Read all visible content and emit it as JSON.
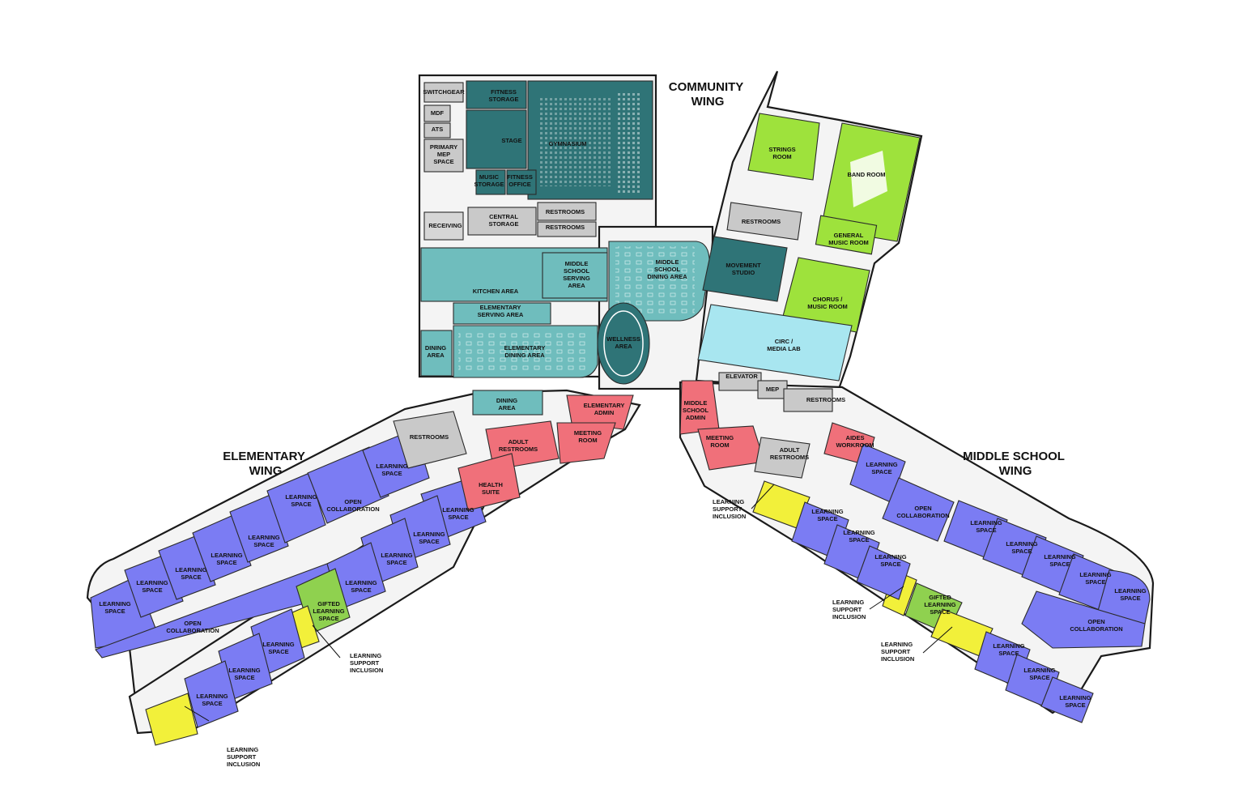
{
  "colors": {
    "learning": "#7b7cf3",
    "gifted": "#8fd14f",
    "support": "#f2f03a",
    "admin": "#f0707a",
    "dining": "#6fbdbd",
    "gym": "#2f7477",
    "music": "#9ee23c",
    "media": "#a8e6f0",
    "service": "#c9c9c9",
    "corridor": "#f4f4f4"
  },
  "wings": {
    "community": [
      "COMMUNITY",
      "WING"
    ],
    "elementary": [
      "ELEMENTARY",
      "WING"
    ],
    "middle": [
      "MIDDLE SCHOOL",
      "WING"
    ]
  },
  "rooms": {
    "switchgear": [
      "SWITCHGEAR"
    ],
    "mdf": [
      "MDF"
    ],
    "ats": [
      "ATS"
    ],
    "primary_mep": [
      "PRIMARY",
      "MEP",
      "SPACE"
    ],
    "fitness_storage": [
      "FITNESS",
      "STORAGE"
    ],
    "stage": [
      "STAGE"
    ],
    "gymnasium": [
      "GYMNASIUM"
    ],
    "music_storage": [
      "MUSIC",
      "STORAGE"
    ],
    "fitness_office": [
      "FITNESS",
      "OFFICE"
    ],
    "receiving": [
      "RECEIVING"
    ],
    "central_storage": [
      "CENTRAL",
      "STORAGE"
    ],
    "restrooms_1": [
      "RESTROOMS"
    ],
    "restrooms_2": [
      "RESTROOMS"
    ],
    "kitchen": [
      "KITCHEN  AREA"
    ],
    "ms_serving": [
      "MIDDLE",
      "SCHOOL",
      "SERVING",
      "AREA"
    ],
    "ms_dining": [
      "MIDDLE",
      "SCHOOL",
      "DINING AREA"
    ],
    "elem_serving": [
      "ELEMENTARY",
      "SERVING AREA"
    ],
    "dining_area_1": [
      "DINING",
      "AREA"
    ],
    "elem_dining": [
      "ELEMENTARY",
      "DINING AREA"
    ],
    "wellness": [
      "WELLNESS",
      "AREA"
    ],
    "strings": [
      "STRINGS",
      "ROOM"
    ],
    "band": [
      "BAND ROOM"
    ],
    "restrooms_c": [
      "RESTROOMS"
    ],
    "general_music": [
      "GENERAL",
      "MUSIC ROOM"
    ],
    "movement": [
      "MOVEMENT",
      "STUDIO"
    ],
    "chorus": [
      "CHORUS /",
      "MUSIC ROOM"
    ],
    "circ_media": [
      "CIRC /",
      "MEDIA LAB"
    ],
    "elevator": [
      "ELEVATOR"
    ],
    "mep": [
      "MEP"
    ],
    "restrooms_m": [
      "RESTROOMS"
    ],
    "dining_area_2": [
      "DINING",
      "AREA"
    ],
    "elem_admin": [
      "ELEMENTARY",
      "ADMIN"
    ],
    "restrooms_e": [
      "RESTROOMS"
    ],
    "adult_restrooms_e": [
      "ADULT",
      "RESTROOMS"
    ],
    "meeting_room_e": [
      "MEETING",
      "ROOM"
    ],
    "health_suite": [
      "HEALTH",
      "SUITE"
    ],
    "ms_admin": [
      "MIDDLE",
      "SCHOOL",
      "ADMIN"
    ],
    "meeting_room_m": [
      "MEETING",
      "ROOM"
    ],
    "adult_restrooms_m": [
      "ADULT",
      "RESTROOMS"
    ],
    "aides_workroom": [
      "AIDES",
      "WORKROOM"
    ],
    "learning_space": [
      "LEARNING",
      "SPACE"
    ],
    "open_collab_1": [
      "OPEN",
      "COLLABORATION"
    ],
    "open_collab_2": [
      "OPEN",
      "COLLABORATION"
    ],
    "open_collab_3": [
      "OPEN",
      "COLLABORATION"
    ],
    "gifted_1": [
      "GIFTED",
      "LEARNING",
      "SPACE"
    ],
    "gifted_2": [
      "GIFTED",
      "LEARNING",
      "SPACE"
    ]
  },
  "callouts": {
    "learning_support_inclusion": [
      "LEARNING",
      "SUPPORT",
      "INCLUSION"
    ]
  }
}
